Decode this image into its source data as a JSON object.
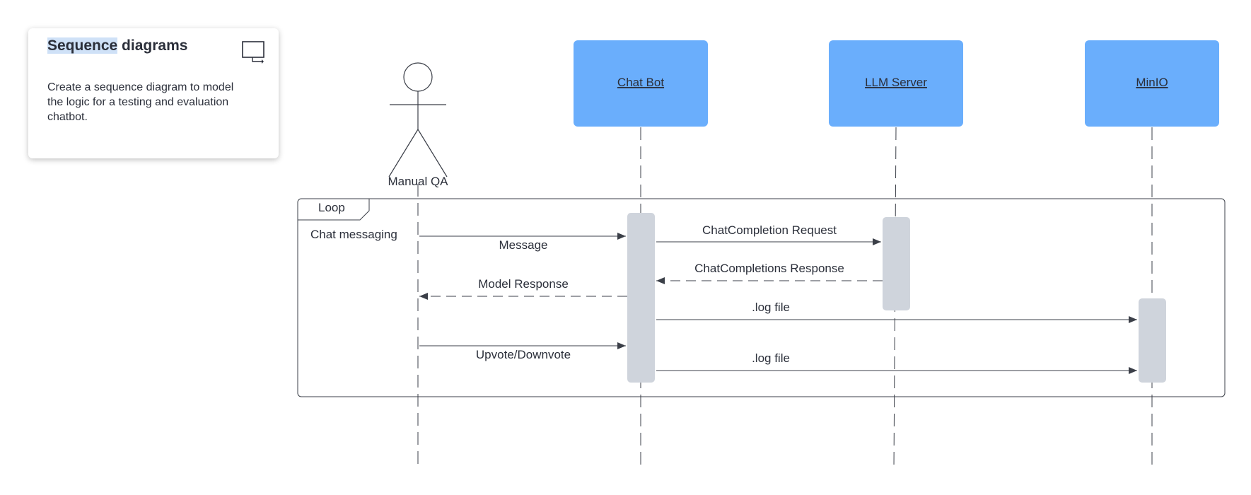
{
  "card": {
    "title_highlight": "Sequence",
    "title_rest": " diagrams",
    "description": "Create a sequence diagram to model the logic for a testing and evaluation chatbot.",
    "icon": "sequence-diagram-icon"
  },
  "actor": {
    "label": "Manual QA"
  },
  "participants": [
    {
      "label": "Chat Bot"
    },
    {
      "label": "LLM Server"
    },
    {
      "label": "MinIO"
    }
  ],
  "loop": {
    "label": "Loop",
    "guard": "Chat messaging"
  },
  "messages": [
    {
      "label": "Message"
    },
    {
      "label": "ChatCompletion Request"
    },
    {
      "label": "ChatCompletions Response"
    },
    {
      "label": "Model Response"
    },
    {
      "label": ".log file"
    },
    {
      "label": "Upvote/Downvote"
    },
    {
      "label": ".log file"
    }
  ],
  "colors": {
    "participant_fill": "#6aaefc",
    "activation_fill": "#cfd4dc",
    "line": "#3b3f48",
    "text": "#2b2f3a"
  }
}
